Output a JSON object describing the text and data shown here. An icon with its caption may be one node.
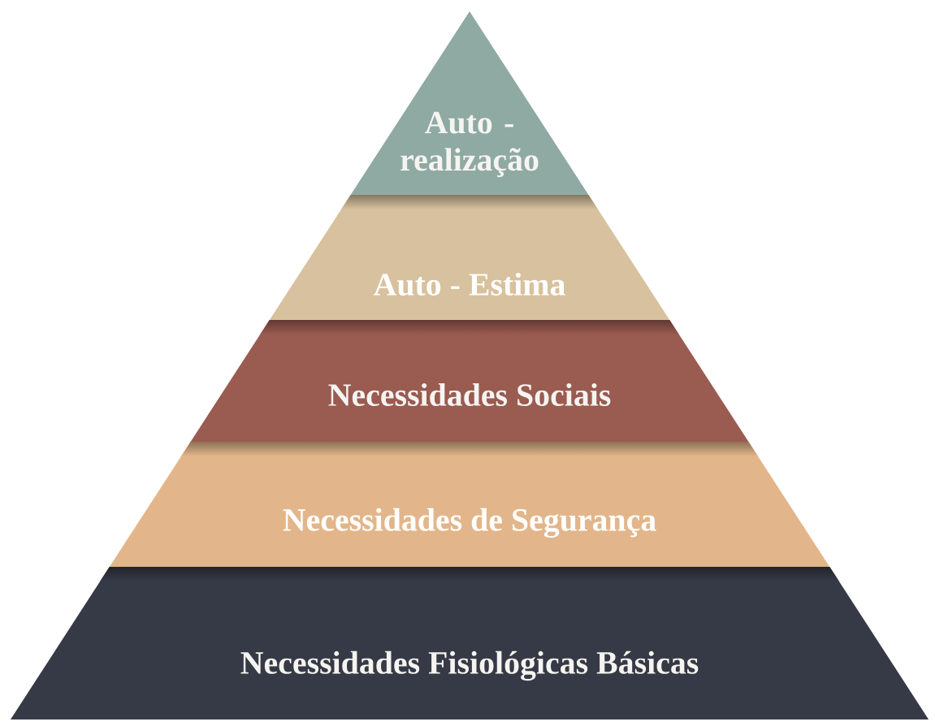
{
  "diagram": {
    "nodes": [
      {
        "text": [
          "Auto - realização"
        ]
      },
      {
        "text": [
          "Auto - Estima"
        ]
      },
      {
        "text": [
          "Necessidades Sociais"
        ]
      },
      {
        "text": [
          "Necessidades de Segurança"
        ]
      },
      {
        "text": [
          "Necessidades Fisiológicas Básicas"
        ]
      }
    ]
  }
}
